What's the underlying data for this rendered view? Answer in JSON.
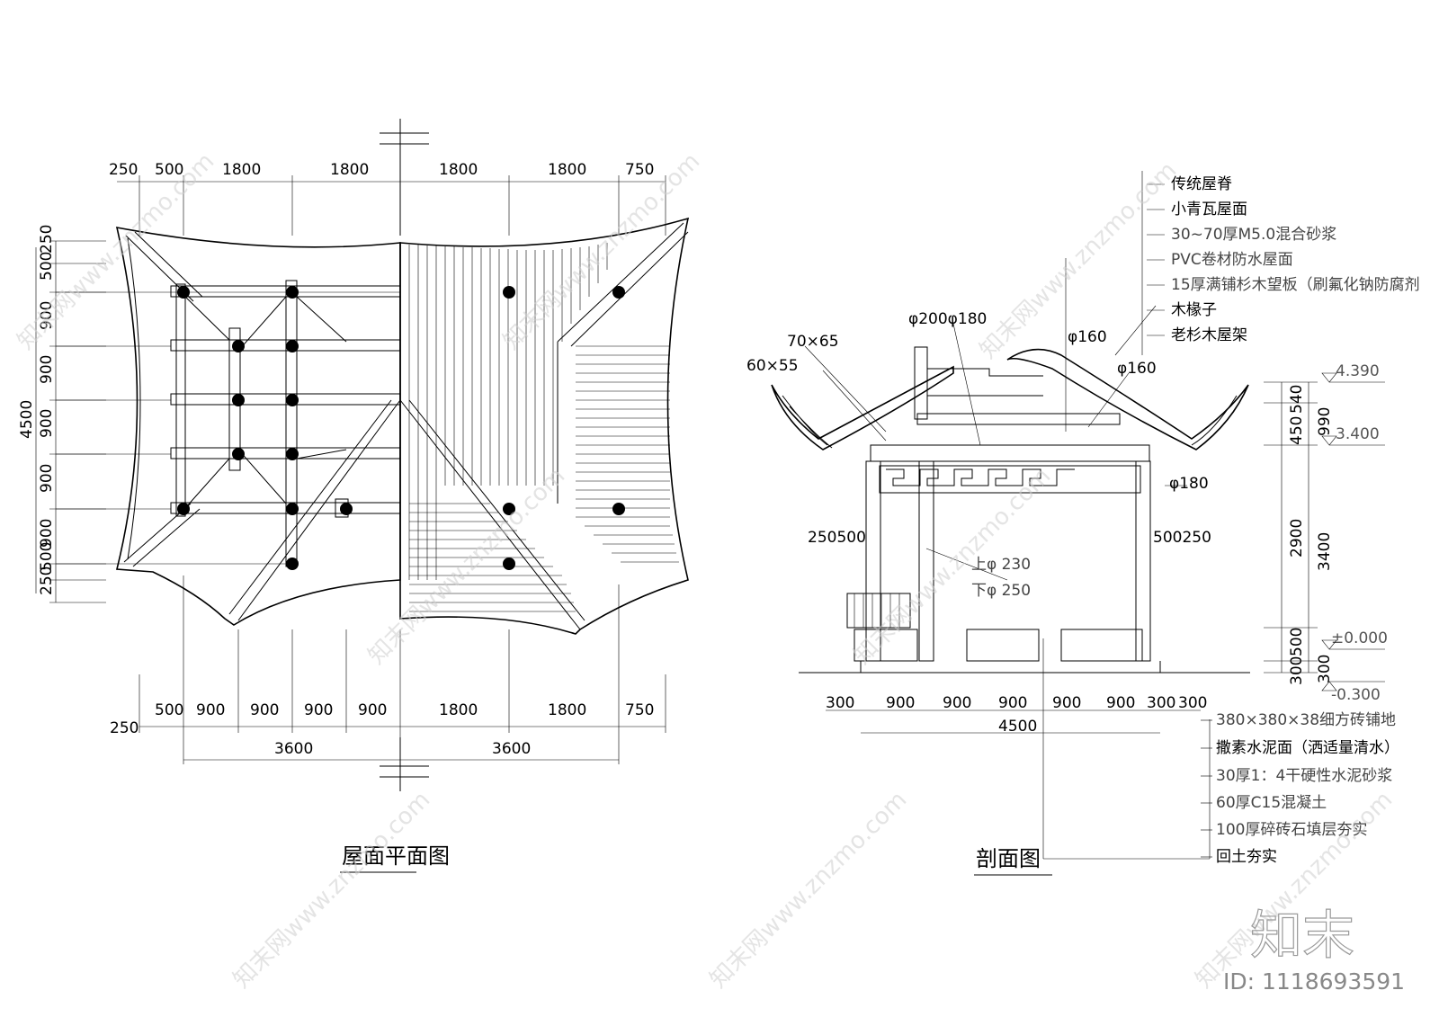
{
  "plan": {
    "title": "屋面平面图",
    "top_dims": [
      "250",
      "500",
      "1800",
      "1800",
      "1800",
      "1800",
      "750"
    ],
    "bottom_dims": [
      "250",
      "500",
      "900",
      "900",
      "900",
      "900",
      "1800",
      "1800",
      "750"
    ],
    "bottom_totals": [
      "3600",
      "3600"
    ],
    "left_dims": [
      "250",
      "500",
      "900",
      "900",
      "900",
      "900",
      "900",
      "250",
      "500"
    ],
    "left_total": "4500"
  },
  "section": {
    "title": "剖面图",
    "labels": {
      "rafter_70x65": "70×65",
      "rafter_60x55": "60×55",
      "beam_200_180": "φ200φ180",
      "purlin_160a": "φ160",
      "purlin_160b": "φ160",
      "beam_180": "φ180",
      "col_top": "上φ  230",
      "col_bottom": "下φ  250",
      "left_250_500": "250500",
      "right_500_250": "500250"
    },
    "roof_notes": [
      "传统屋脊",
      "小青瓦屋面",
      "30~70厚M5.0混合砂浆",
      "PVC卷材防水屋面",
      "15厚满铺杉木望板（刷氟化钠防腐剂",
      "木椽子",
      "老杉木屋架"
    ],
    "levels": [
      "4.390",
      "3.400",
      "±0.000",
      "-0.300"
    ],
    "right_dims": [
      "540",
      "450",
      "990",
      "2900",
      "3400",
      "500",
      "300",
      "300"
    ],
    "bottom_dims": [
      "300",
      "900",
      "900",
      "900",
      "900",
      "900",
      "300",
      "300"
    ],
    "bottom_total": "4500",
    "floor_notes": [
      "380×380×38细方砖铺地",
      "撒素水泥面（洒适量清水）",
      "30厚1：4干硬性水泥砂浆",
      "60厚C15混凝土",
      "100厚碎砖石填层夯实",
      "回土夯实"
    ]
  },
  "watermark": {
    "text": "知末网www.znzmo.com",
    "brand": "知末",
    "id": "ID: 1118693591"
  }
}
